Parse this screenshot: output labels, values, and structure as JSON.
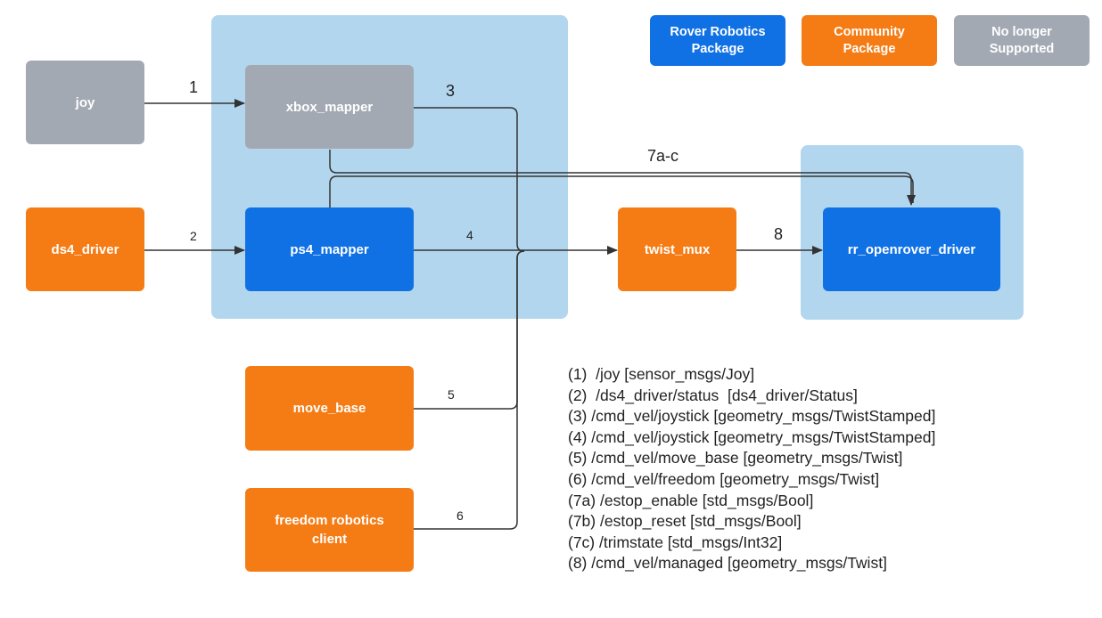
{
  "key": {
    "rover": "Rover Robotics\nPackage",
    "community": "Community\nPackage",
    "unsupported": "No longer\nSupported"
  },
  "nodes": {
    "joy": "joy",
    "ds4_driver": "ds4_driver",
    "xbox_mapper": "xbox_mapper",
    "ps4_mapper": "ps4_mapper",
    "twist_mux": "twist_mux",
    "rr_openrover_driver": "rr_openrover_driver",
    "move_base": "move_base",
    "freedom_client": "freedom robotics\nclient"
  },
  "edge_labels": {
    "e1": "1",
    "e2": "2",
    "e3": "3",
    "e4": "4",
    "e5": "5",
    "e6": "6",
    "e7": "7a-c",
    "e8": "8"
  },
  "topics": [
    "(1)  /joy [sensor_msgs/Joy]",
    "(2)  /ds4_driver/status  [ds4_driver/Status]",
    "(3) /cmd_vel/joystick [geometry_msgs/TwistStamped]",
    "(4) /cmd_vel/joystick [geometry_msgs/TwistStamped]",
    "(5) /cmd_vel/move_base [geometry_msgs/Twist]",
    "(6) /cmd_vel/freedom [geometry_msgs/Twist]",
    "(7a) /estop_enable [std_msgs/Bool]",
    "(7b) /estop_reset [std_msgs/Bool]",
    "(7c) /trimstate [std_msgs/Int32]",
    "(8) /cmd_vel/managed [geometry_msgs/Twist]"
  ],
  "colors": {
    "rover_blue": "#1071e5",
    "community_orange": "#f57c14",
    "unsupported_gray": "#a3a9b3",
    "group_bg": "#b3d6ef",
    "edge": "#333333"
  }
}
